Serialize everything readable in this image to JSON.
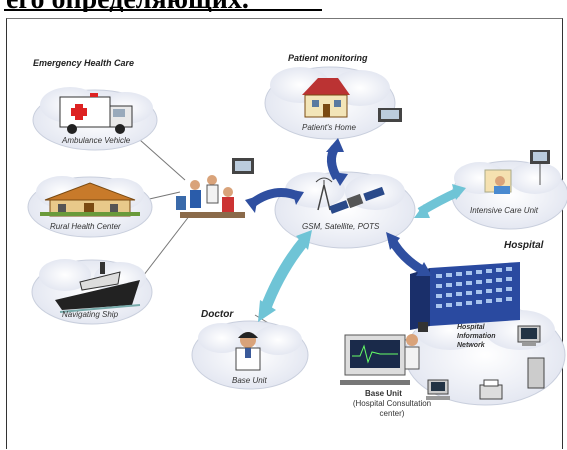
{
  "heading": "его определяющих.",
  "sections": {
    "emergency": "Emergency Health Care",
    "patient_monitoring": "Patient monitoring",
    "hospital": "Hospital",
    "doctor": "Doctor"
  },
  "nodes": {
    "ambulance": "Ambulance Vehicle",
    "rural": "Rural Health Center",
    "ship": "Navigating Ship",
    "home": "Patient's Home",
    "network": "GSM, Satellite, POTS",
    "icu": "Intensive Care Unit",
    "base_unit_doctor": "Base Unit",
    "hin": "Hospital Information Network",
    "base_unit_hospital": "Base Unit",
    "base_unit_hospital_sub": "(Hospital Consultation center)"
  },
  "colors": {
    "cloud": "#eef0f6",
    "arrow_dark": "#2f4fa0",
    "arrow_light": "#6fc4d6"
  }
}
